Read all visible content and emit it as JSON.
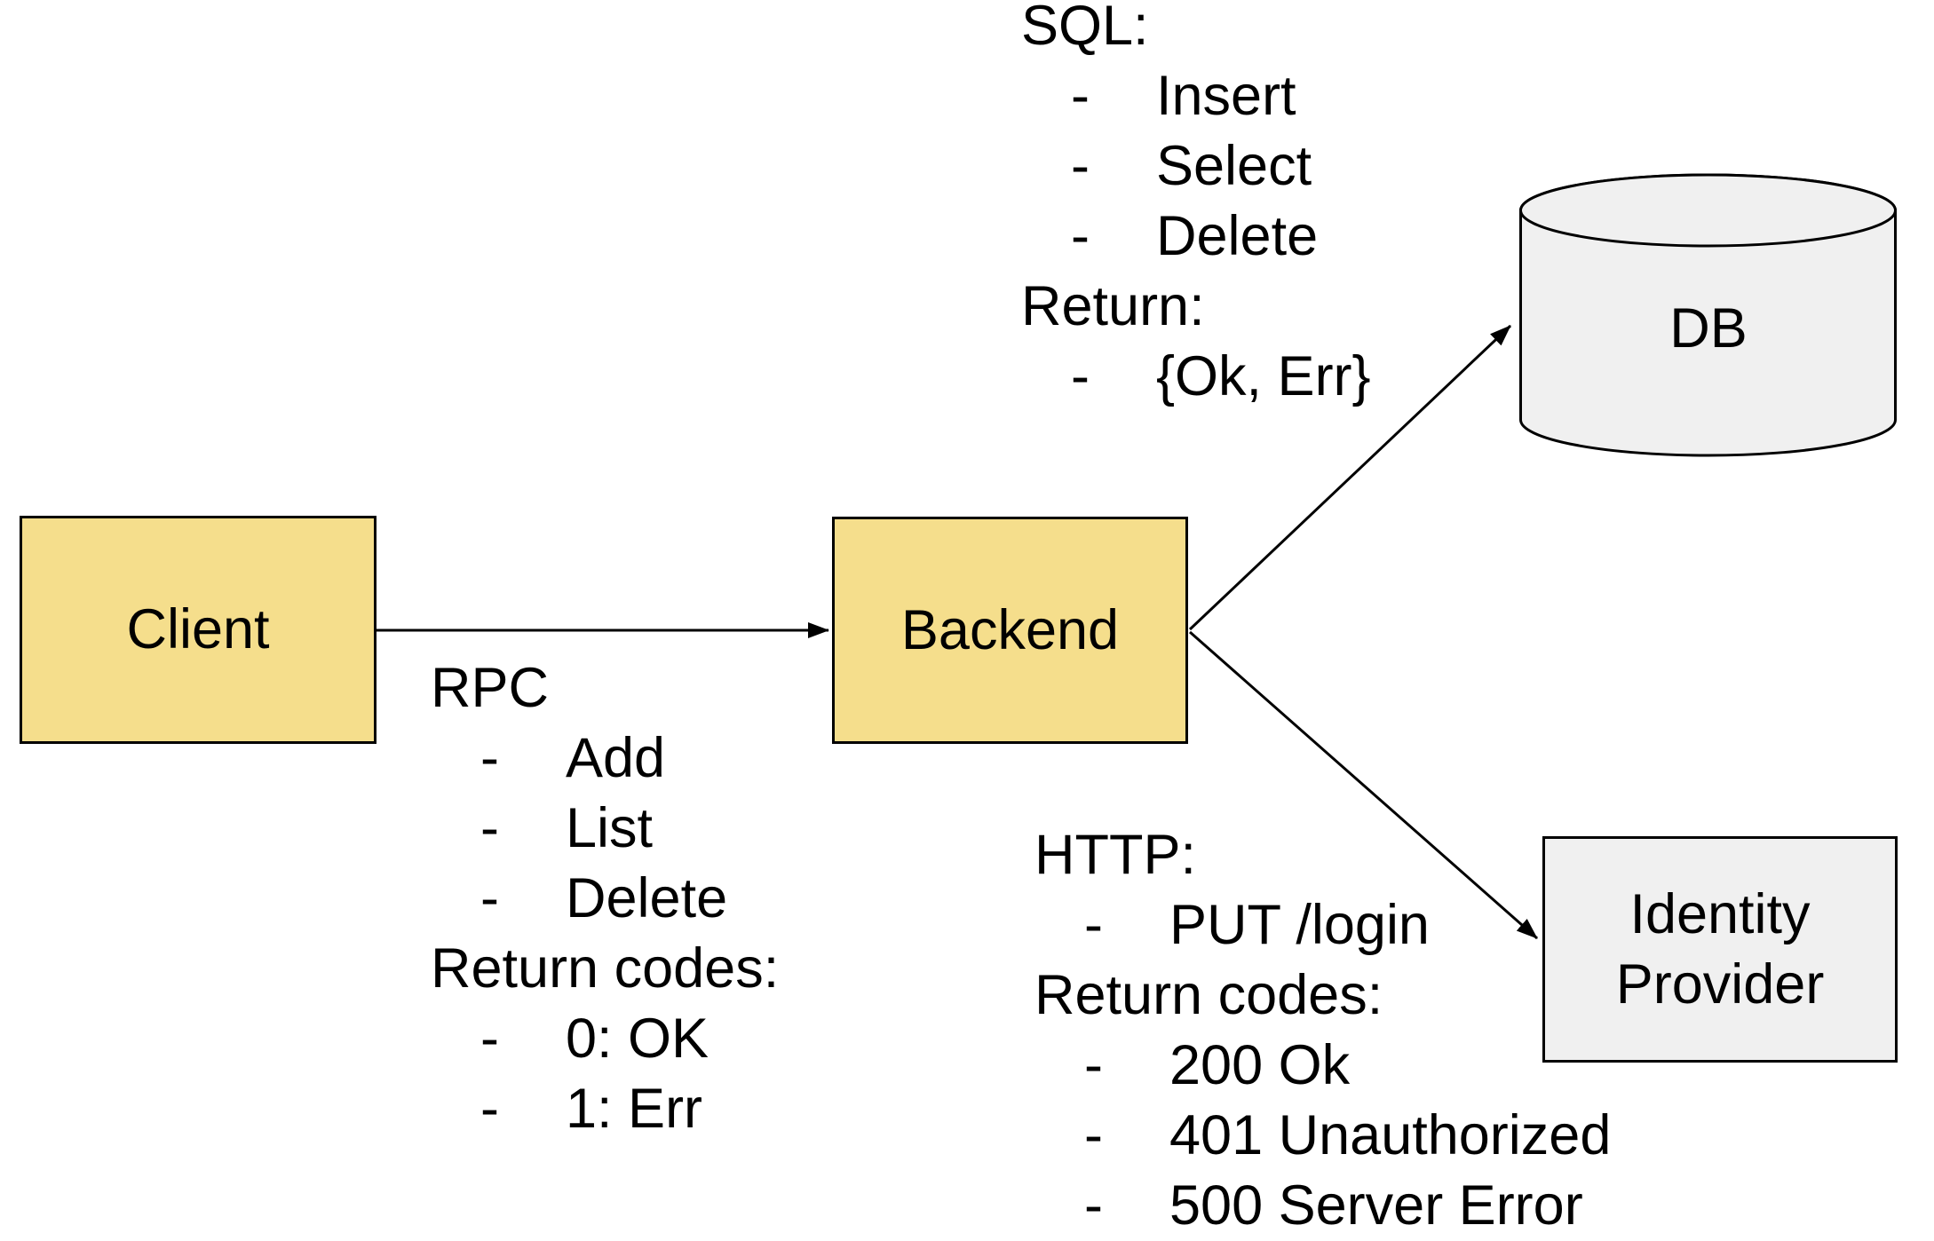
{
  "bullet": "-",
  "colors": {
    "service_fill": "#F5DE8C",
    "datastore_fill": "#F0F0F0",
    "stroke": "#000000",
    "background": "#FFFFFF"
  },
  "nodes": {
    "client": {
      "label": "Client"
    },
    "backend": {
      "label": "Backend"
    },
    "db": {
      "label": "DB"
    },
    "identity_provider": {
      "label": "Identity Provider"
    }
  },
  "edges": [
    {
      "name": "client-to-backend",
      "from": "Client",
      "to": "Backend",
      "annotation": "rpc"
    },
    {
      "name": "backend-to-db",
      "from": "Backend",
      "to": "DB",
      "annotation": "sql"
    },
    {
      "name": "backend-to-identity-provider",
      "from": "Backend",
      "to": "Identity Provider",
      "annotation": "http"
    }
  ],
  "annotations": {
    "rpc": {
      "title": "RPC",
      "items": [
        "Add",
        "List",
        "Delete"
      ],
      "subtitle": "Return codes:",
      "subitems": [
        "0: OK",
        "1: Err"
      ]
    },
    "sql": {
      "title": "SQL:",
      "items": [
        "Insert",
        "Select",
        "Delete"
      ],
      "subtitle": "Return:",
      "subitems": [
        "{Ok, Err}"
      ]
    },
    "http": {
      "title": "HTTP:",
      "items": [
        "PUT /login"
      ],
      "subtitle": "Return codes:",
      "subitems": [
        "200 Ok",
        "401 Unauthorized",
        "500 Server Error"
      ]
    }
  }
}
